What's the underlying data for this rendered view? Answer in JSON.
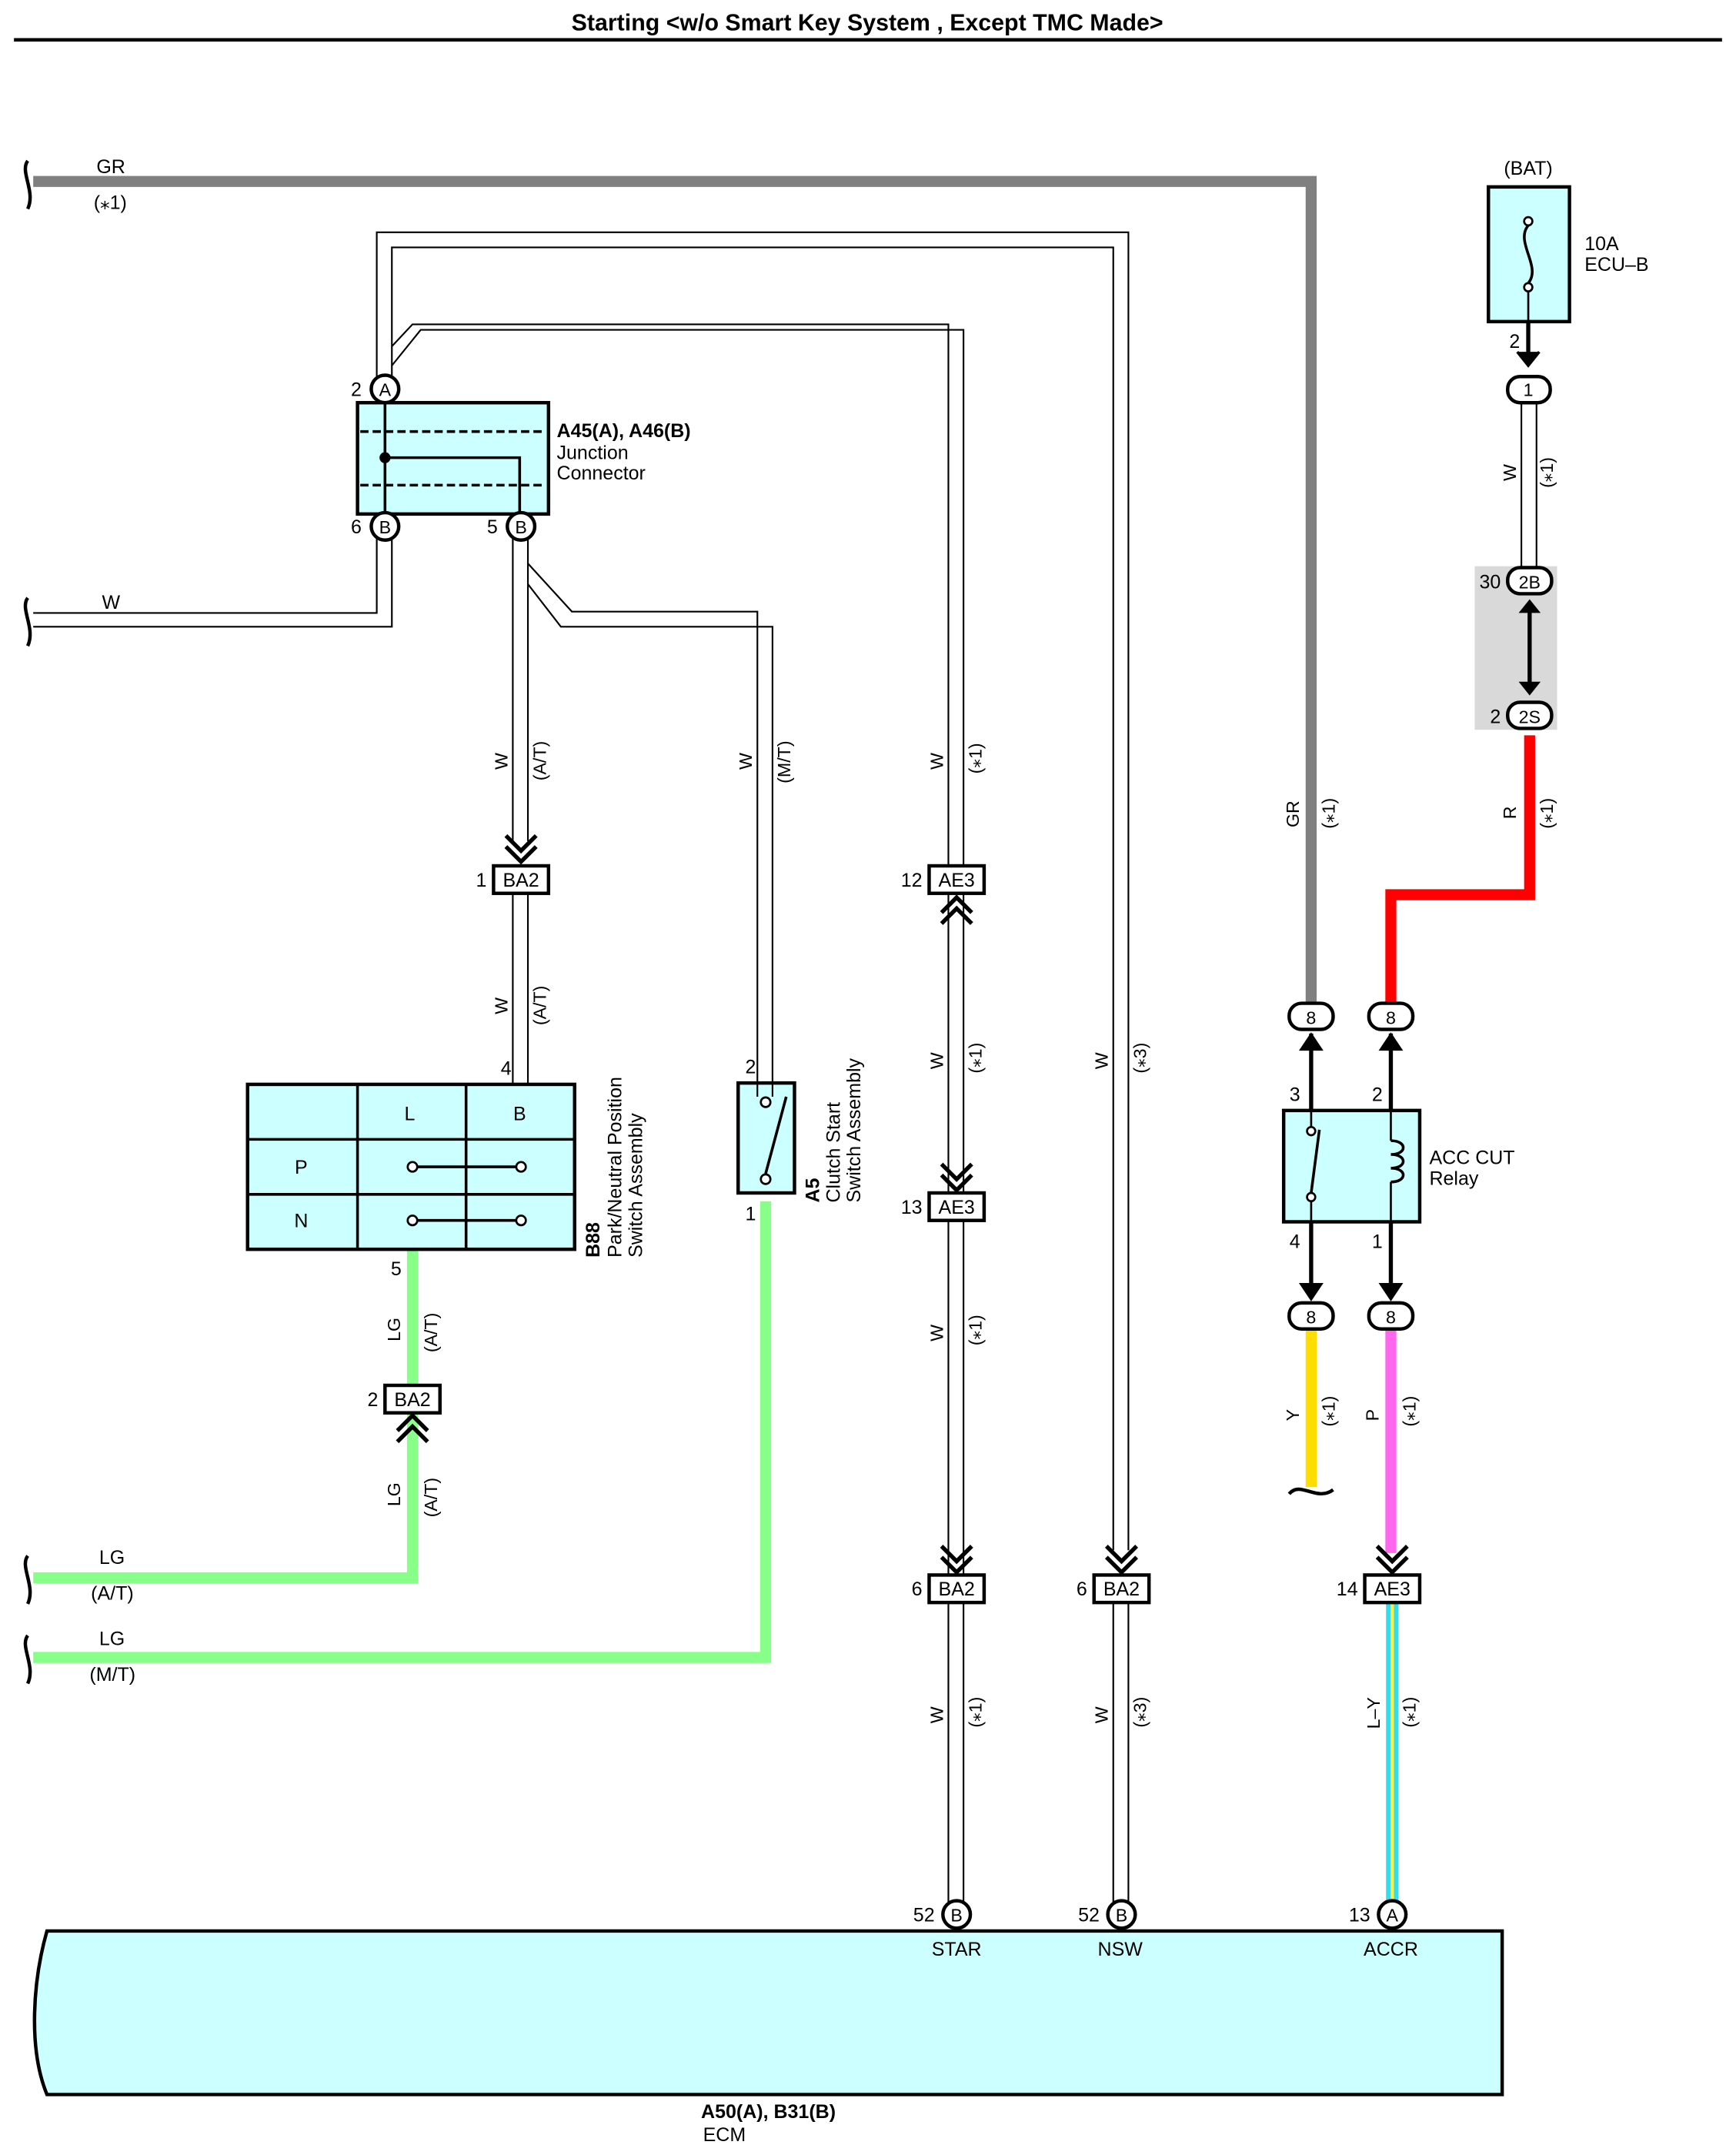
{
  "title": "Starting <w/o Smart Key System , Except TMC Made>",
  "left_wires": {
    "gr": {
      "color": "GR",
      "note": "(⁎1)"
    },
    "w": {
      "color": "W"
    },
    "lg_at": {
      "color": "LG",
      "note": "(A/T)"
    },
    "lg_mt": {
      "color": "LG",
      "note": "(M/T)"
    }
  },
  "junction": {
    "code": "A45(A), A46(B)",
    "name1": "Junction",
    "name2": "Connector",
    "pin_a": {
      "num": "2",
      "letter": "A"
    },
    "pin_b6": {
      "num": "6",
      "letter": "B"
    },
    "pin_b5": {
      "num": "5",
      "letter": "B"
    }
  },
  "park_switch": {
    "code": "B88",
    "name1": "Park/Neutral Position",
    "name2": "Switch Assembly",
    "col_l": "L",
    "col_b": "B",
    "row_p": "P",
    "row_n": "N",
    "pin_top": "4",
    "pin_bottom": "5"
  },
  "clutch_switch": {
    "code": "A5",
    "name1": "Clutch Start",
    "name2": "Switch Assembly",
    "pin_top": "2",
    "pin_bottom": "1"
  },
  "fuse": {
    "source": "(BAT)",
    "rating": "10A",
    "name": "ECU–B",
    "pin": "2",
    "conn": "1"
  },
  "fuse_block": {
    "top_num": "30",
    "top_label": "2B",
    "bottom_num": "2",
    "bottom_label": "2S"
  },
  "relay": {
    "name1": "ACC CUT",
    "name2": "Relay",
    "pin3": "3",
    "pin2": "2",
    "pin4": "4",
    "pin1": "1",
    "conn": "8"
  },
  "connectors": {
    "ba2": "BA2",
    "ae3": "AE3",
    "ba2_1": "1",
    "ba2_2": "2",
    "ba2_6a": "6",
    "ba2_6b": "6",
    "ae3_12": "12",
    "ae3_13": "13",
    "ae3_14": "14"
  },
  "wire_labels": {
    "w": "W",
    "gr": "GR",
    "r": "R",
    "y": "Y",
    "p": "P",
    "lg": "LG",
    "ly": "L–Y",
    "at": "(A/T)",
    "mt": "(M/T)",
    "n1": "(⁎1)",
    "n3": "(⁎3)"
  },
  "ecm": {
    "code": "A50(A), B31(B)",
    "name": "ECM",
    "star": {
      "num": "52",
      "letter": "B",
      "label": "STAR"
    },
    "nsw": {
      "num": "52",
      "letter": "B",
      "label": "NSW"
    },
    "accr": {
      "num": "13",
      "letter": "A",
      "label": "ACCR"
    }
  },
  "colors": {
    "gray_wire": "#808080",
    "red_wire": "#ff0000",
    "yellow_wire": "#ffdd00",
    "pink_wire": "#ff66ee",
    "green_wire": "#88ff88",
    "lightblue_wire": "#33ddee",
    "box_fill": "#ccffff",
    "fuse_block_fill": "#d9d9d9"
  }
}
